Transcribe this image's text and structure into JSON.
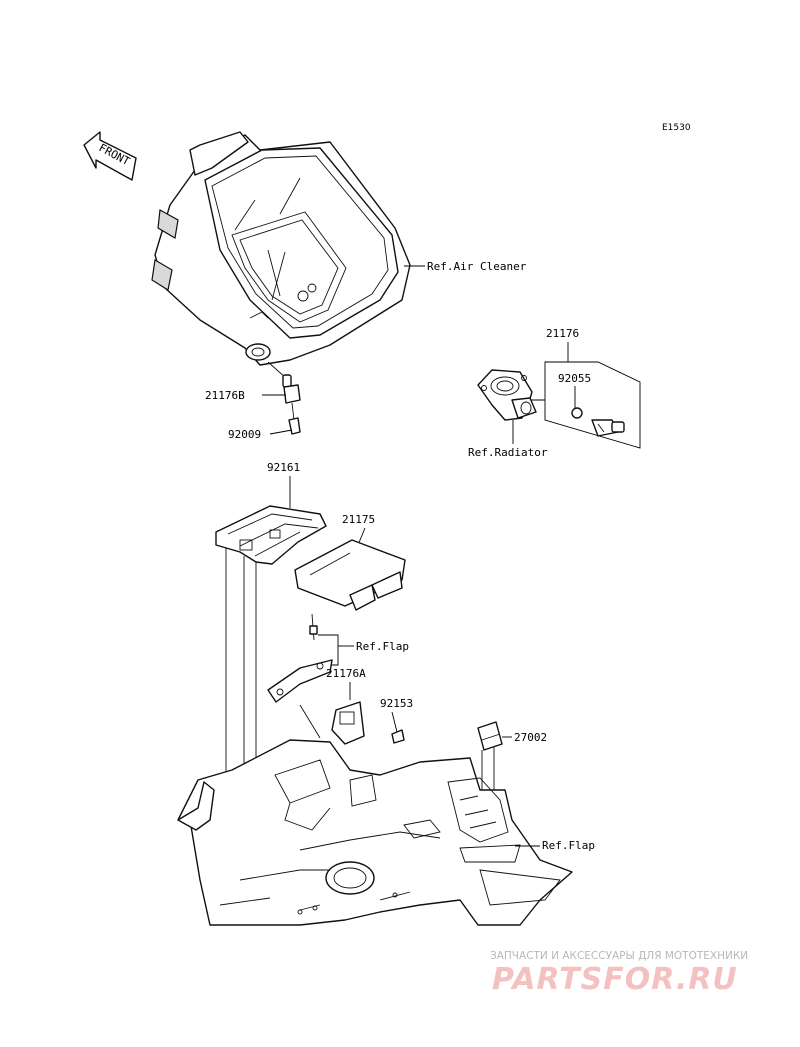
{
  "diagram_code": "E1530",
  "front_label": "FRONT",
  "labels": {
    "ref_air_cleaner": "Ref.Air Cleaner",
    "p21176": "21176",
    "p92055": "92055",
    "ref_radiator": "Ref.Radiator",
    "p21176B": "21176B",
    "p92009": "92009",
    "p92161": "92161",
    "p21175": "21175",
    "ref_flap_1": "Ref.Flap",
    "p21176A": "21176A",
    "p92153": "92153",
    "p27002": "27002",
    "ref_flap_2": "Ref.Flap"
  },
  "watermark": {
    "tagline": "ЗАПЧАСТИ И АКСЕССУАРЫ ДЛЯ МОТОТЕХНИКИ",
    "logo": "PARTSFOR.RU"
  }
}
